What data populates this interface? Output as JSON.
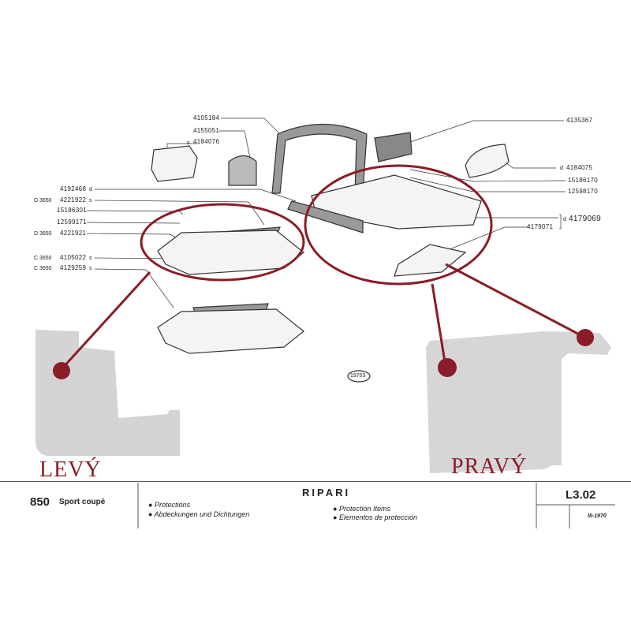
{
  "callouts": {
    "p4105184": "4105184",
    "p4155051": "4155051",
    "p4184076": "4184076",
    "p4184076_mark": "s",
    "p4192468": "4192468",
    "p4192468_mark": "d",
    "p4221922": "4221922",
    "p4221922_prefix": "D 3650",
    "p4221922_mark": "s",
    "p15186301": "15186301",
    "p12599171": "12599171",
    "p4221921": "4221921",
    "p4221921_prefix": "D 3650",
    "p4105022": "4105022",
    "p4105022_prefix": "C 3650",
    "p4105022_mark": "s",
    "p4129259": "4129259",
    "p4129259_prefix": "C 3650",
    "p4129259_mark": "s",
    "p4135367": "4135367",
    "p4184075": "4184075",
    "p4184075_mark": "d",
    "p15186170": "15186170",
    "p12598170": "12598170",
    "p4179069": "4179069",
    "p4179069_mark": "d",
    "p4179071": "4179071",
    "figure_number": "19703"
  },
  "photos": {
    "left_label": "LEVÝ",
    "right_label": "PRAVÝ",
    "highlight_color": "#8a1c28"
  },
  "footer": {
    "model_number": "850",
    "model_name": "Sport coupé",
    "section_title": "RIPARI",
    "items_left": [
      "Protections",
      "Abdeckungen und Dichtungen"
    ],
    "items_right": [
      "Protection Items",
      "Elementos de protección"
    ],
    "page_code": "L3.02",
    "date": "III-1970"
  }
}
